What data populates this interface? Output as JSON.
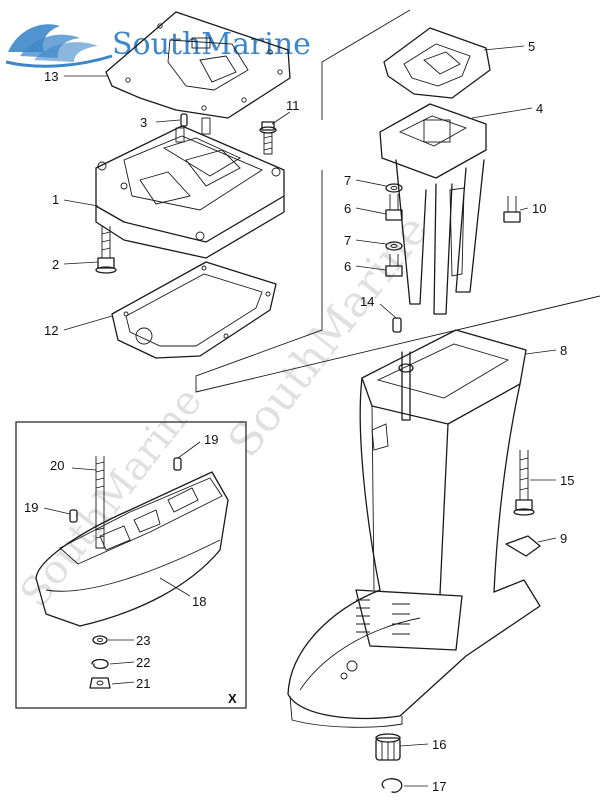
{
  "watermark": {
    "brand": "SouthMarine",
    "diagonal_1": "SouthMarine",
    "diagonal_2": "SouthMarine",
    "brand_color": "#3d87c9"
  },
  "inset": {
    "label": "X"
  },
  "callouts": [
    {
      "id": "c1",
      "text": "1"
    },
    {
      "id": "c2",
      "text": "2"
    },
    {
      "id": "c3",
      "text": "3"
    },
    {
      "id": "c4",
      "text": "4"
    },
    {
      "id": "c5",
      "text": "5"
    },
    {
      "id": "c6a",
      "text": "6"
    },
    {
      "id": "c6b",
      "text": "6"
    },
    {
      "id": "c7a",
      "text": "7"
    },
    {
      "id": "c7b",
      "text": "7"
    },
    {
      "id": "c8",
      "text": "8"
    },
    {
      "id": "c9",
      "text": "9"
    },
    {
      "id": "c10",
      "text": "10"
    },
    {
      "id": "c11",
      "text": "11"
    },
    {
      "id": "c12",
      "text": "12"
    },
    {
      "id": "c13",
      "text": "13"
    },
    {
      "id": "c14",
      "text": "14"
    },
    {
      "id": "c15",
      "text": "15"
    },
    {
      "id": "c16",
      "text": "16"
    },
    {
      "id": "c17",
      "text": "17"
    },
    {
      "id": "c18",
      "text": "18"
    },
    {
      "id": "c19a",
      "text": "19"
    },
    {
      "id": "c19b",
      "text": "19"
    },
    {
      "id": "c20",
      "text": "20"
    },
    {
      "id": "c21",
      "text": "21"
    },
    {
      "id": "c22",
      "text": "22"
    },
    {
      "id": "c23",
      "text": "23"
    }
  ]
}
